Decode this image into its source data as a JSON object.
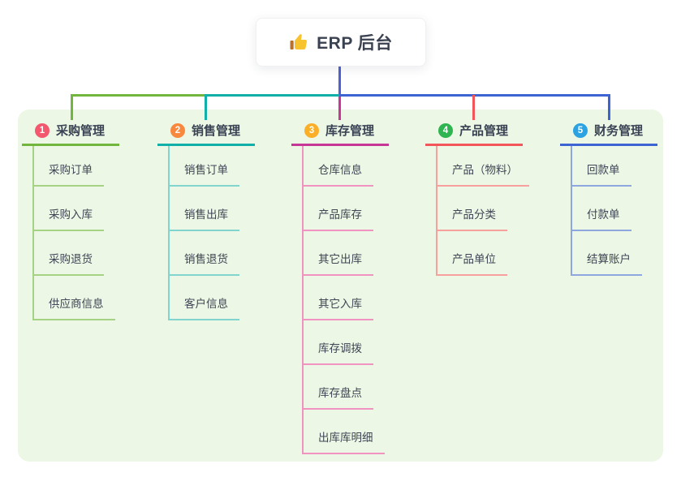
{
  "root": {
    "label": "ERP 后台",
    "icon": "thumbs-up-icon",
    "line_color": "#4d61d2"
  },
  "colors": {
    "panel_bg": "#ecf7e6",
    "page_bg": "#ffffff"
  },
  "branches": [
    {
      "badge": "1",
      "label": "采购管理",
      "badge_color": "#f4586f",
      "line_color": "#72b63e",
      "light_color": "#a6d284",
      "children": [
        "采购订单",
        "采购入库",
        "采购退货",
        "供应商信息"
      ]
    },
    {
      "badge": "2",
      "label": "销售管理",
      "badge_color": "#f9883f",
      "line_color": "#10b0a8",
      "light_color": "#82d5ce",
      "children": [
        "销售订单",
        "销售出库",
        "销售退货",
        "客户信息"
      ]
    },
    {
      "badge": "3",
      "label": "库存管理",
      "badge_color": "#fbaf29",
      "line_color": "#c73795",
      "light_color": "#f093c0",
      "children": [
        "仓库信息",
        "产品库存",
        "其它出库",
        "其它入库",
        "库存调拨",
        "库存盘点",
        "出库库明细"
      ]
    },
    {
      "badge": "4",
      "label": "产品管理",
      "badge_color": "#2eb450",
      "line_color": "#f2555a",
      "light_color": "#f8a09d",
      "children": [
        "产品（物料）",
        "产品分类",
        "产品单位"
      ]
    },
    {
      "badge": "5",
      "label": "财务管理",
      "badge_color": "#2ba2e2",
      "line_color": "#3e63d3",
      "light_color": "#8ea7de",
      "children": [
        "回款单",
        "付款单",
        "结算账户"
      ]
    }
  ]
}
